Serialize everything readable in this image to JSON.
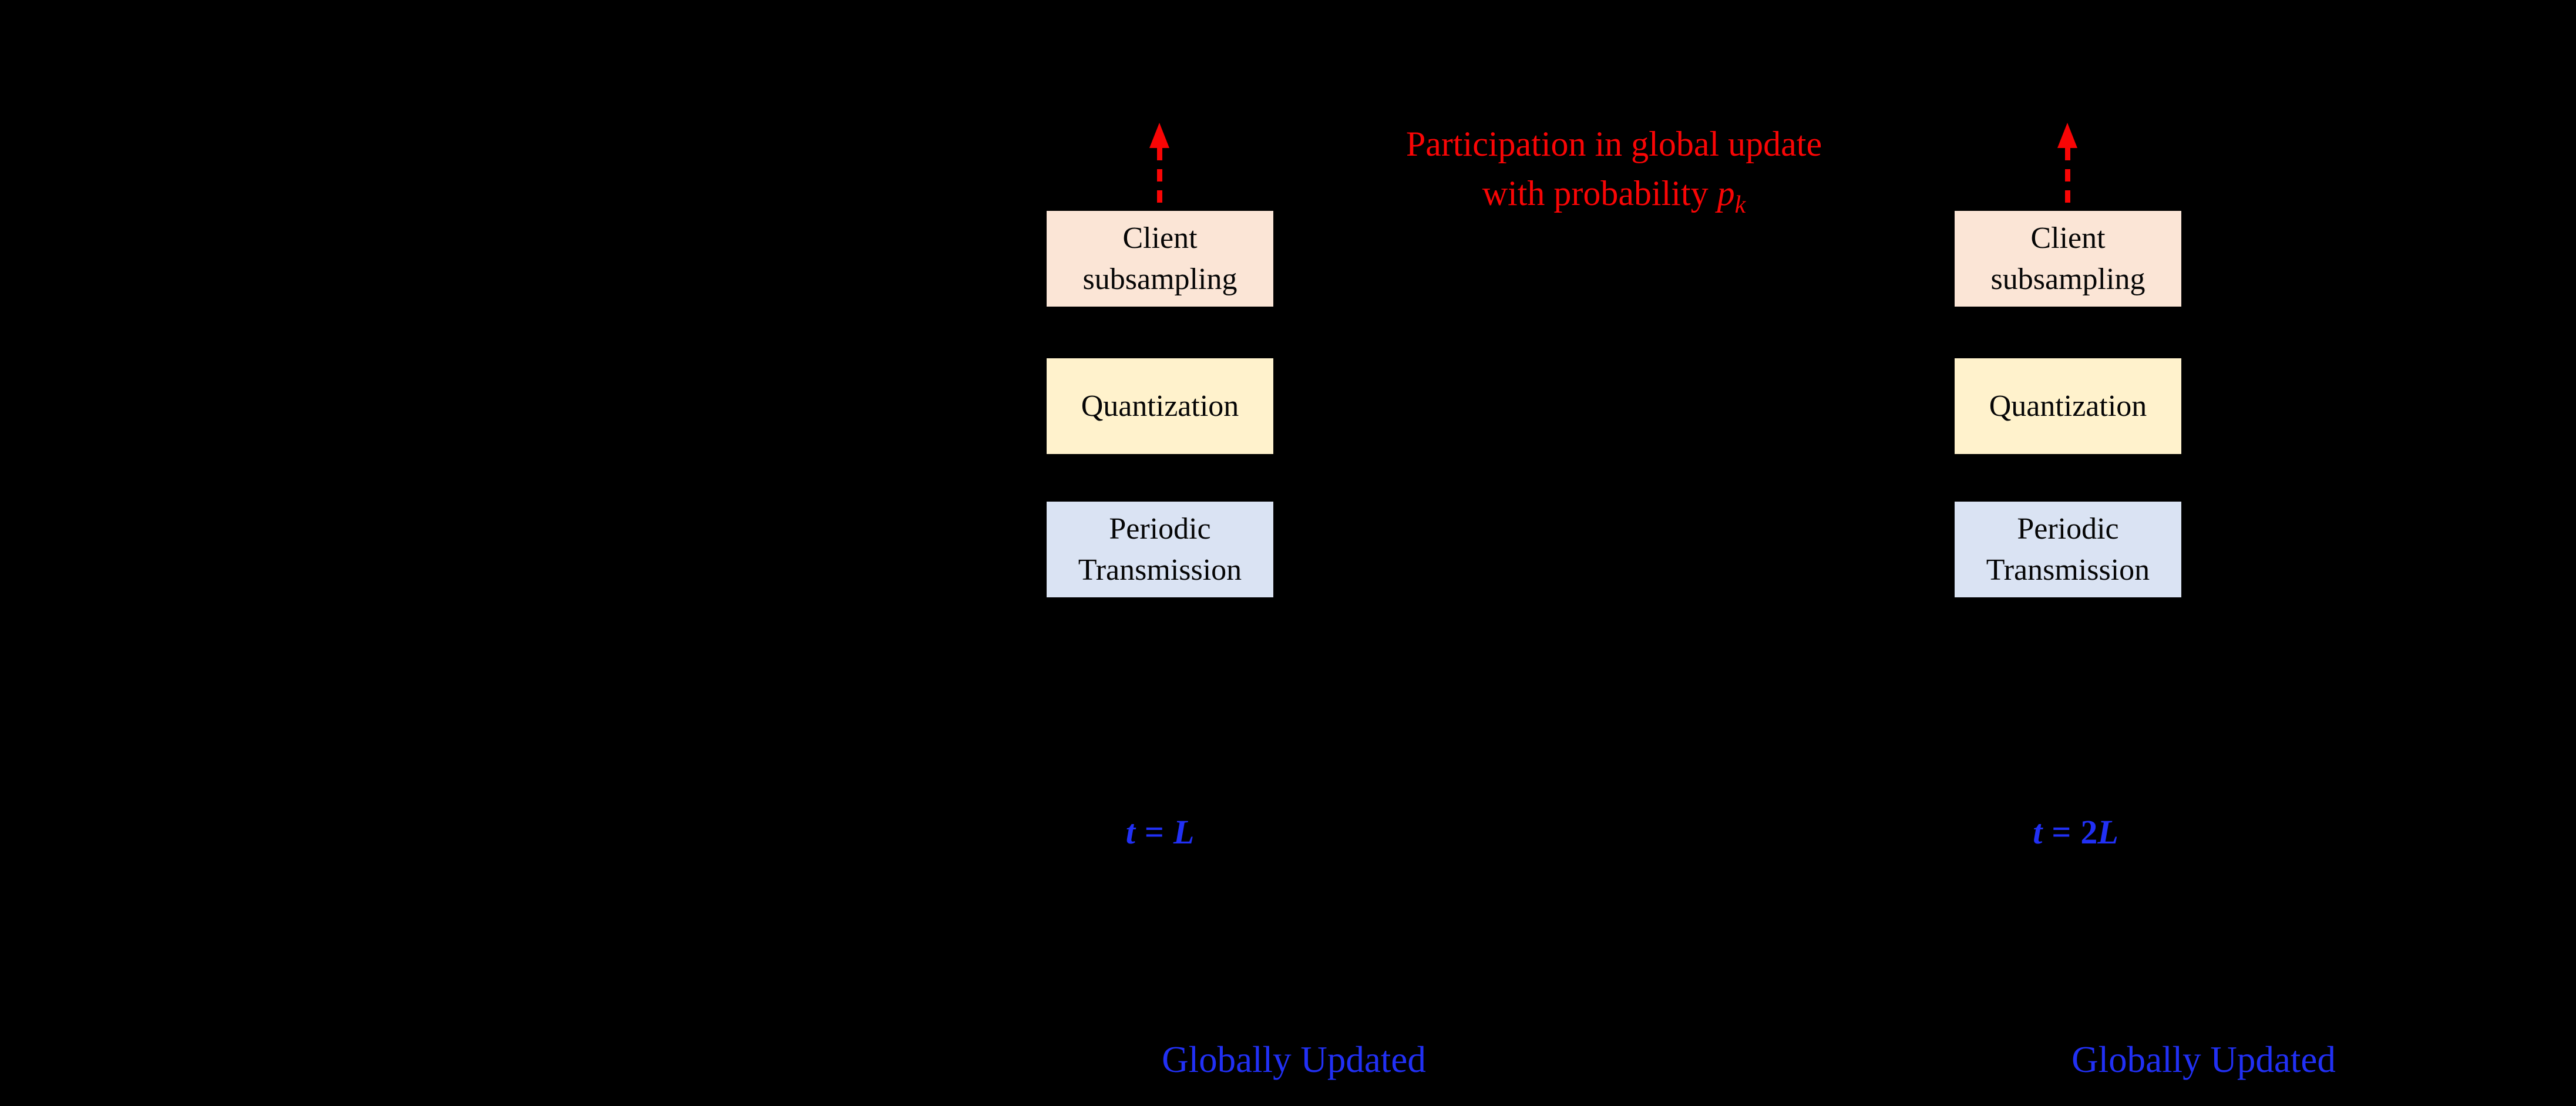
{
  "canvas": {
    "background": "#000000"
  },
  "colors": {
    "arrow_red": "#f90505",
    "annotation_red": "#f90505",
    "label_blue": "#2130f5",
    "box_client_fill": "#fbe5d6",
    "box_quantization_fill": "#fff2cc",
    "box_periodic_fill": "#dae3f3",
    "box_text": "#060606"
  },
  "annotation": {
    "line1": "Participation in global update",
    "line2_text": "with probability",
    "line2_var": "p",
    "line2_sub": "k"
  },
  "columns": [
    {
      "boxes": [
        {
          "line1": "Client",
          "line2": "subsampling"
        },
        {
          "line1": "Quantization",
          "line2": ""
        },
        {
          "line1": "Periodic",
          "line2": "Transmission"
        }
      ],
      "time": {
        "lhs": "t",
        "eq": "=",
        "coeff": "",
        "var": "L"
      },
      "status": "Globally Updated"
    },
    {
      "boxes": [
        {
          "line1": "Client",
          "line2": "subsampling"
        },
        {
          "line1": "Quantization",
          "line2": ""
        },
        {
          "line1": "Periodic",
          "line2": "Transmission"
        }
      ],
      "time": {
        "lhs": "t",
        "eq": "=",
        "coeff": "2",
        "var": "L"
      },
      "status": "Globally Updated"
    }
  ]
}
